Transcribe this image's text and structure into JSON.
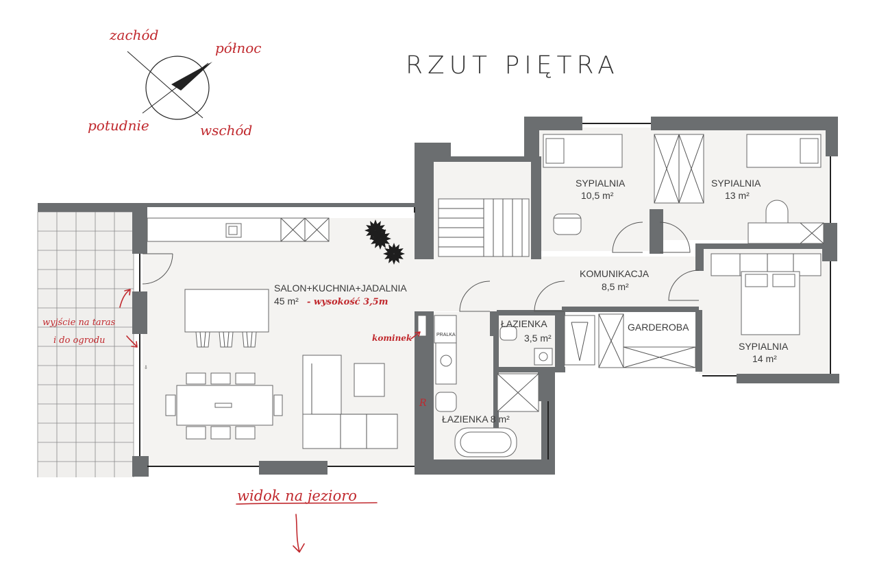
{
  "title": "RZUT PIĘTRA",
  "compass": {
    "north": "północ",
    "south": "potudnie",
    "east": "wschód",
    "west": "zachód"
  },
  "rooms": {
    "salon": {
      "name": "SALON+KUCHNIA+JADALNIA",
      "area": "45 m²",
      "note": "- wysokość 3,5m"
    },
    "bed1": {
      "name": "SYPIALNIA",
      "area": "10,5 m²"
    },
    "bed2": {
      "name": "SYPIALNIA",
      "area": "13 m²"
    },
    "bed3": {
      "name": "SYPIALNIA",
      "area": "14 m²"
    },
    "hall": {
      "name": "KOMUNIKACJA",
      "area": "8,5 m²"
    },
    "bath_small": {
      "name": "ŁAZIENKA",
      "area": "3,5 m²"
    },
    "bath_big": {
      "name": "ŁAZIENKA 8 m²"
    },
    "wardrobe": {
      "name": "GARDEROBA"
    }
  },
  "labels": {
    "laundry": "PRALKA",
    "fireplace": "kominek",
    "terrace_line1": "wyjście na taras",
    "terrace_line2": "i do ogrodu",
    "lake_view": "widok na jezioro"
  },
  "colors": {
    "wall": "#6b6e70",
    "floor": "#f4f3f1",
    "annotation": "#c0282d"
  }
}
